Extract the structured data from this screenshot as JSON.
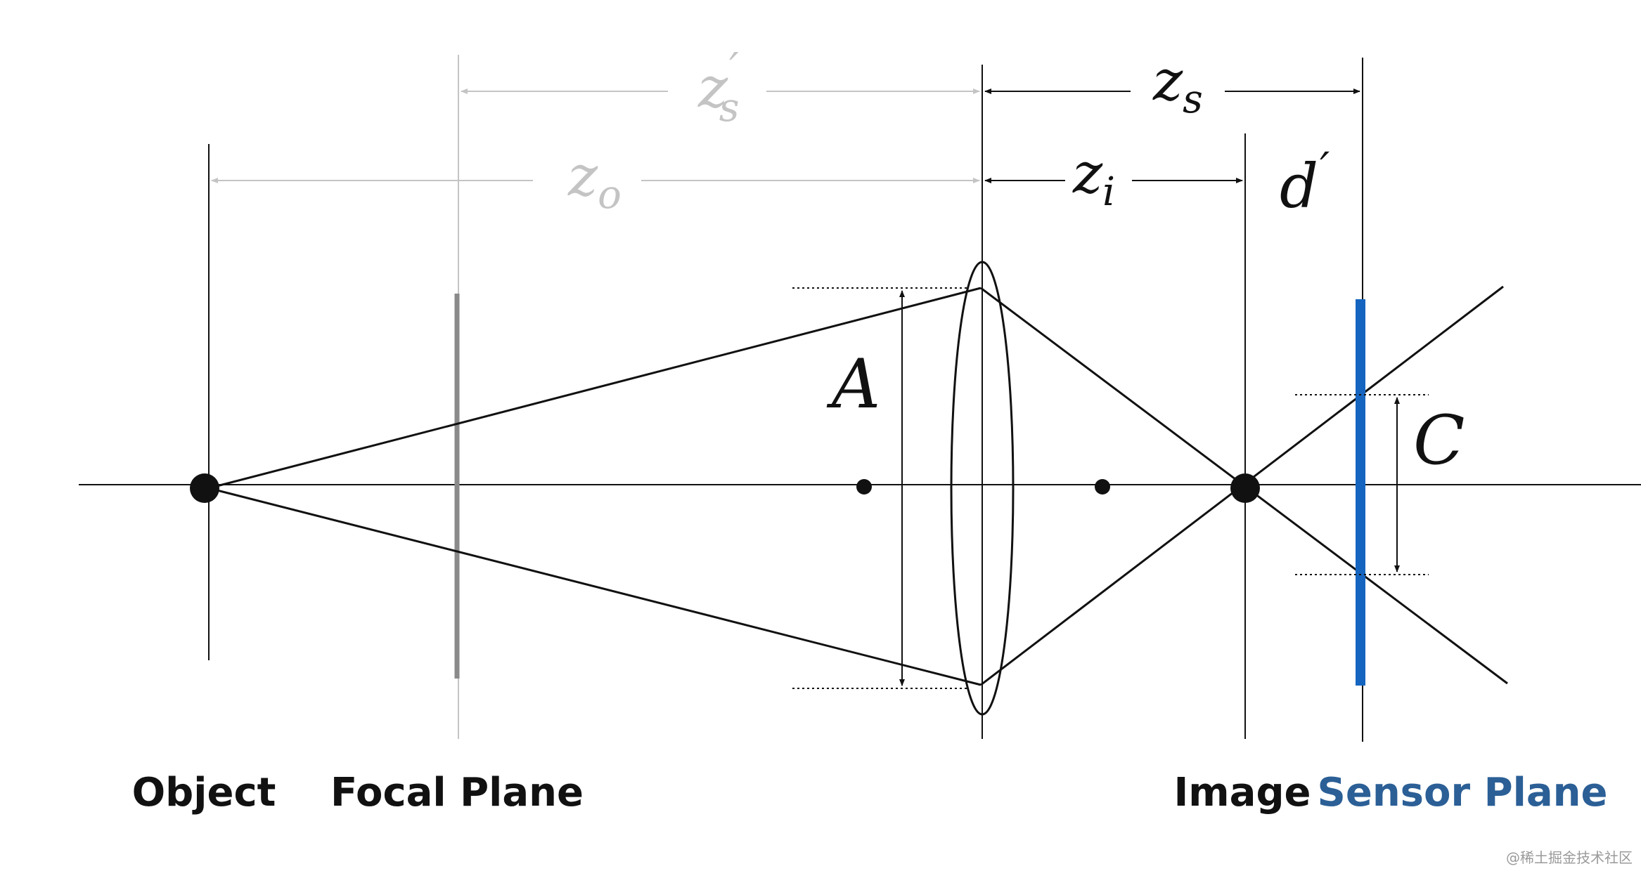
{
  "math_labels": {
    "z_s_prime": {
      "base": "z",
      "sub": "s",
      "sup": "′"
    },
    "z_s": {
      "base": "z",
      "sub": "s"
    },
    "z_o": {
      "base": "z",
      "sub": "o"
    },
    "z_i": {
      "base": "z",
      "sub": "i"
    },
    "d_prime": {
      "base": "d",
      "sup": "′"
    },
    "A": "A",
    "C": "C"
  },
  "plane_labels": {
    "object": "Object",
    "focal_plane": "Focal Plane",
    "image": "Image",
    "sensor_plane": "Sensor Plane"
  },
  "watermark": "@稀土掘金技术社区",
  "colors": {
    "ink": "#111111",
    "faded": "#c4c4c4",
    "focal_plane": "#8a8a8a",
    "sensor_blue": "#1565c0",
    "sensor_label": "#2b5f96"
  }
}
